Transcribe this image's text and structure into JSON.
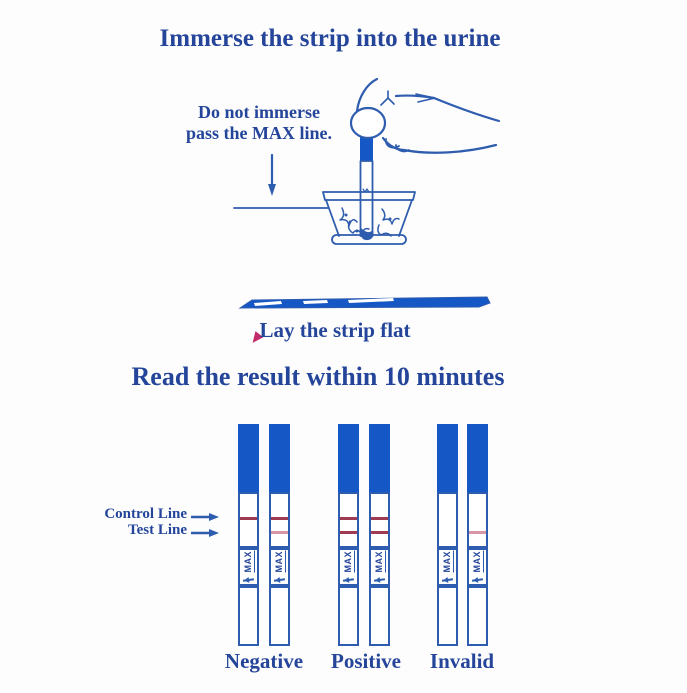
{
  "colors": {
    "ink": "#2e5cae",
    "heading_text": "#24459a",
    "strip_blue": "#1558c5",
    "line_strong": "#a03a52",
    "line_faint": "#d795a5",
    "mark_red": "#c22a6a",
    "background": "#fdfdfd"
  },
  "step1": {
    "title": "Immerse the strip into the urine",
    "caption_line1": "Do not immerse",
    "caption_line2": "pass the MAX line."
  },
  "step2": {
    "title": "Lay the strip flat"
  },
  "step3": {
    "title": "Read the result within 10 minutes"
  },
  "strip_max_label": "MAX",
  "line_pointers": {
    "control": "Control Line",
    "test": "Test Line"
  },
  "results": [
    {
      "label": "Negative",
      "strips": [
        {
          "control": "strong",
          "test": "none"
        },
        {
          "control": "strong",
          "test": "faint"
        }
      ]
    },
    {
      "label": "Positive",
      "strips": [
        {
          "control": "strong",
          "test": "strong"
        },
        {
          "control": "strong",
          "test": "strong"
        }
      ]
    },
    {
      "label": "Invalid",
      "strips": [
        {
          "control": "none",
          "test": "none"
        },
        {
          "control": "none",
          "test": "faint"
        }
      ]
    }
  ]
}
